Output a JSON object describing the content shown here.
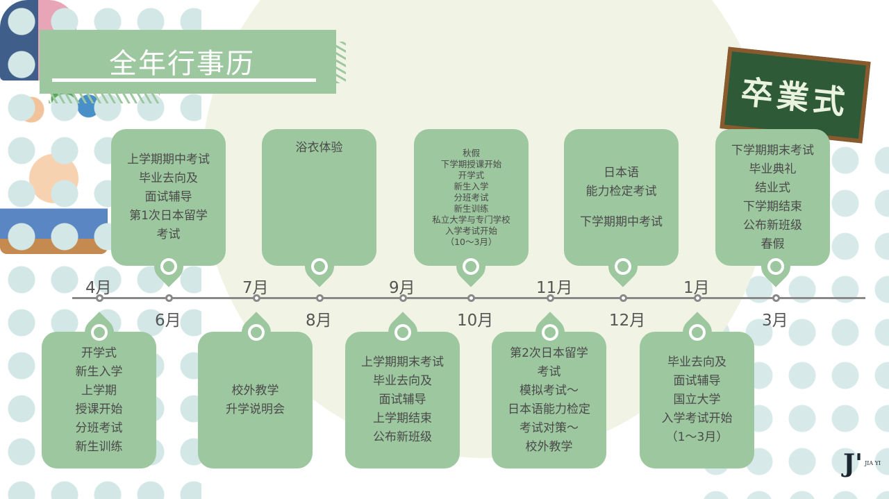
{
  "title": "全年行事历",
  "colors": {
    "accent": "#9dc79f",
    "text": "#555555"
  },
  "months_top": [
    "4月",
    "7月",
    "9月",
    "11月",
    "1月"
  ],
  "months_bottom": [
    "6月",
    "8月",
    "10月",
    "12月",
    "3月"
  ],
  "top_boxes": [
    {
      "lines": [
        "上学期期中考试",
        "毕业去向及",
        "面试辅导",
        "第1次日本留学",
        "考试"
      ]
    },
    {
      "lines": [
        "浴衣体验"
      ]
    },
    {
      "lines": [
        "秋假",
        "下学期授课开始",
        "开学式",
        "新生入学",
        "分班考试",
        "新生训练",
        "私立大学与专门学校",
        "入学考试开始",
        "（10～3月）"
      ]
    },
    {
      "lines": [
        "日本语",
        "能力检定考试",
        "",
        "下学期期中考试"
      ]
    },
    {
      "lines": [
        "下学期期末考试",
        "毕业典礼",
        "结业式",
        "下学期结束",
        "公布新班级",
        "春假"
      ]
    }
  ],
  "bottom_boxes": [
    {
      "lines": [
        "开学式",
        "新生入学",
        "上学期",
        "授课开始",
        "分班考试",
        "新生训练"
      ]
    },
    {
      "lines": [
        "校外教学",
        "升学说明会"
      ]
    },
    {
      "lines": [
        "上学期期末考试",
        "毕业去向及",
        "面试辅导",
        "上学期结束",
        "公布新班级"
      ]
    },
    {
      "lines": [
        "第2次日本留学",
        "考试",
        "模拟考试～",
        "日本语能力检定",
        "考试对策～",
        "校外教学"
      ]
    },
    {
      "lines": [
        "毕业去向及",
        "面试辅导",
        "国立大学",
        "入学考试开始",
        "（1～3月）"
      ]
    }
  ],
  "chalkboard_text": "卒業式",
  "logo": {
    "mark": "J'",
    "name": "JIA YI"
  }
}
